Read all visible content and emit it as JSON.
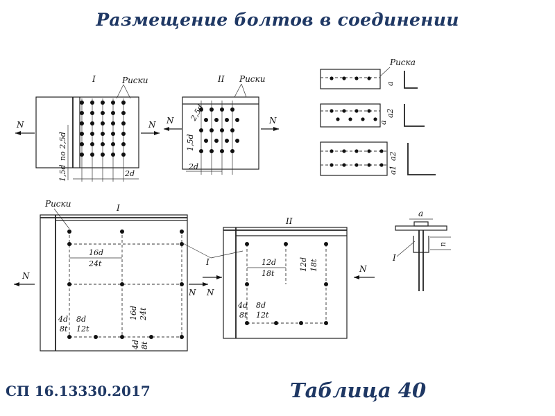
{
  "title": "Размещение болтов в соединении",
  "footer": {
    "standard": "СП 16.13330.2017",
    "table": "Таблица 40"
  },
  "labels": {
    "roman_1": "I",
    "roman_2": "II",
    "riski": "Риски",
    "riska": "Риска",
    "force": "N",
    "d_1_5": "1,5d",
    "d_po_2_5": "по 2,5d",
    "d_2": "2d",
    "d_2_5": "2,5d",
    "a": "a",
    "a1": "a1",
    "a2": "a2",
    "n": "n",
    "d16": "16d",
    "t24": "24t",
    "d12": "12d",
    "t18": "18t",
    "d8": "8d",
    "t12": "12t",
    "d4": "4d",
    "t8": "8t"
  },
  "colors": {
    "title": "#1f3864",
    "ink": "#111111"
  }
}
